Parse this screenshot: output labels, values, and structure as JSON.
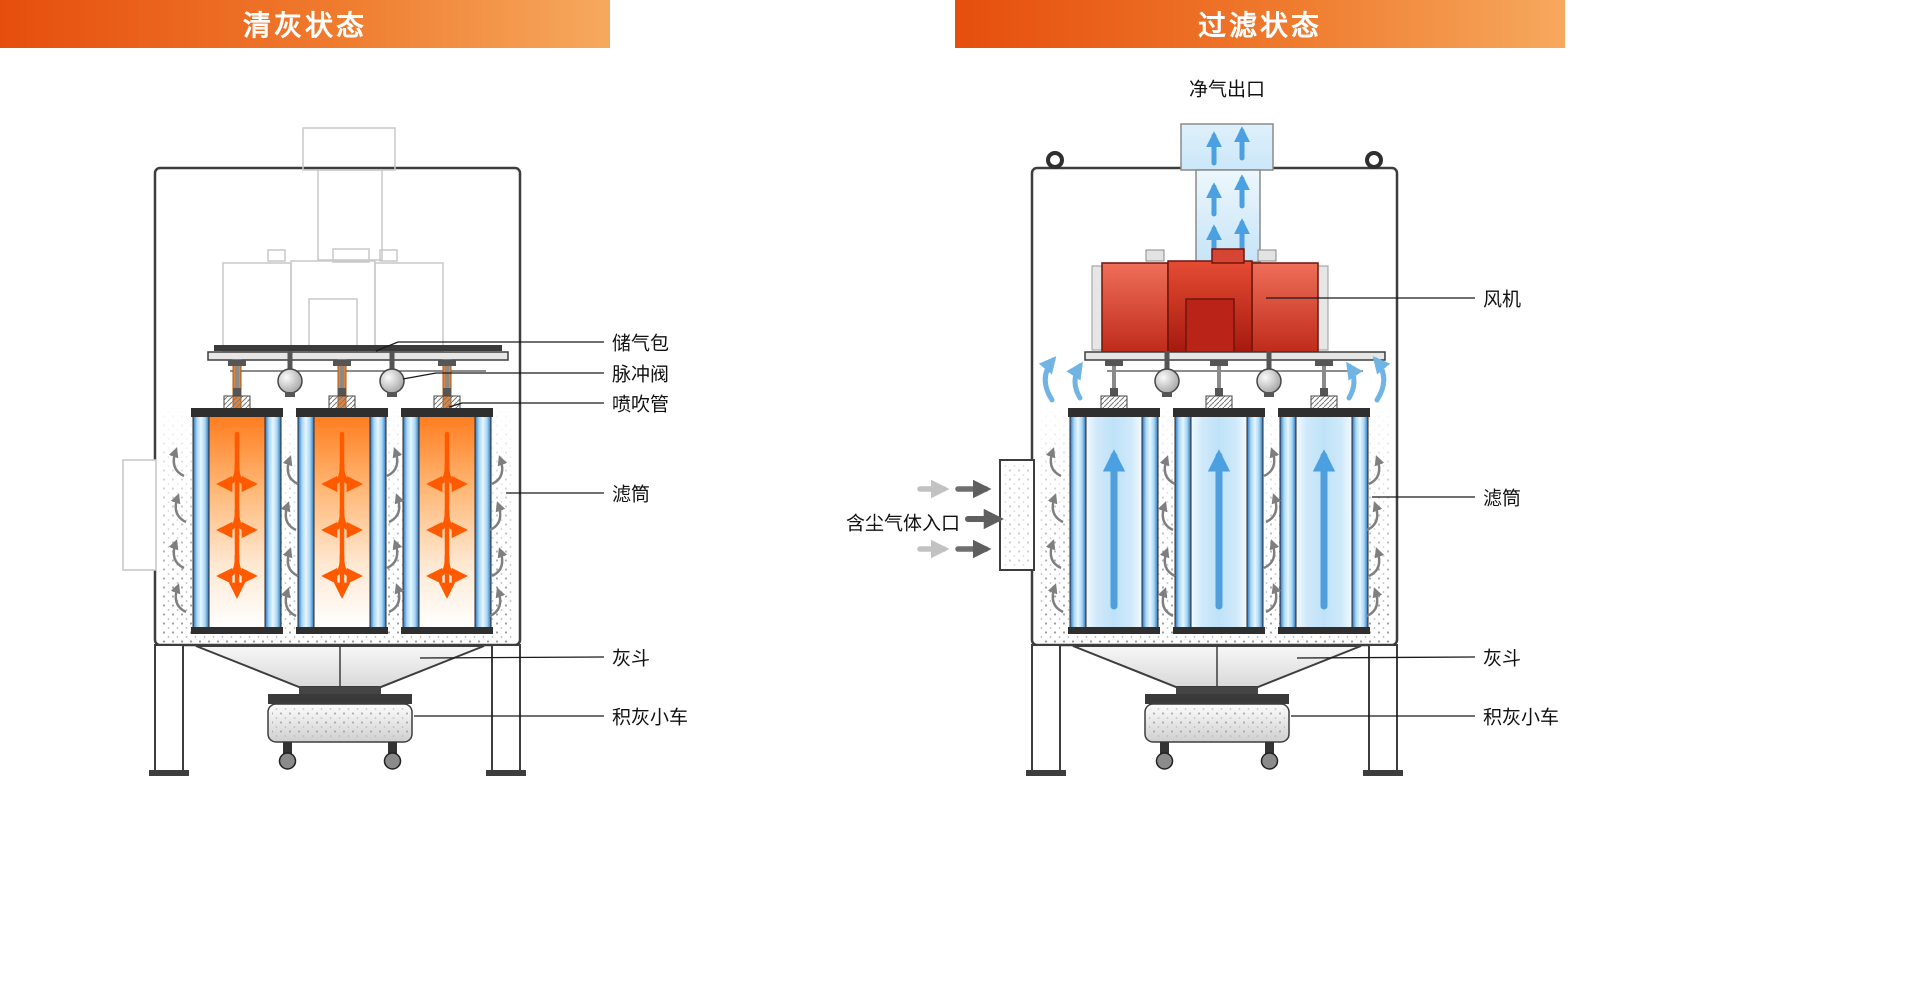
{
  "banners": {
    "cleaning": "清灰状态",
    "filtering": "过滤状态"
  },
  "left_panel": {
    "labels": {
      "air_tank": "储气包",
      "pulse_valve": "脉冲阀",
      "blow_pipe": "喷吹管",
      "filter_cartridge": "滤筒",
      "ash_hopper": "灰斗",
      "dust_cart": "积灰小车"
    }
  },
  "right_panel": {
    "labels": {
      "clean_air_outlet": "净气出口",
      "fan": "风机",
      "dusty_gas_inlet": "含尘气体入口",
      "filter_cartridge": "滤筒",
      "ash_hopper": "灰斗",
      "dust_cart": "积灰小车"
    }
  },
  "colors": {
    "banner_gradient_start": "#e64e0d",
    "banner_gradient_end": "#f6a95e",
    "pulse_orange": "#ff5a00",
    "filter_blue": "#4aa0e0",
    "fan_red": "#c6281a",
    "outline_gray": "#3d3d3d"
  }
}
